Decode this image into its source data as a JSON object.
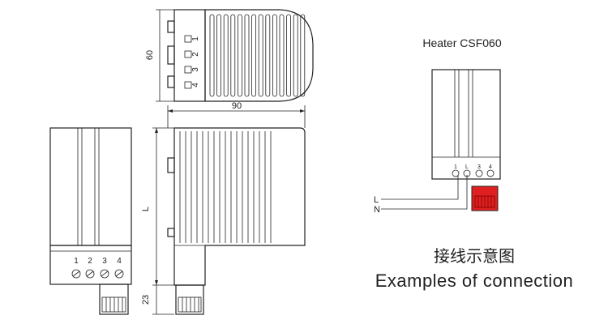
{
  "dimensions": {
    "height_top": "60",
    "width_top": "90",
    "length_side": "L",
    "connector_height": "23"
  },
  "terminal_numbers": [
    "1",
    "2",
    "3",
    "4"
  ],
  "wiring": {
    "title": "Heater CSF060",
    "line_label": "L",
    "neutral_label": "N",
    "terminal_labels": [
      "1",
      "L",
      "3",
      "4"
    ],
    "highlight_color": "#e02020"
  },
  "caption": {
    "chinese": "接线示意图",
    "english": "Examples of connection"
  }
}
